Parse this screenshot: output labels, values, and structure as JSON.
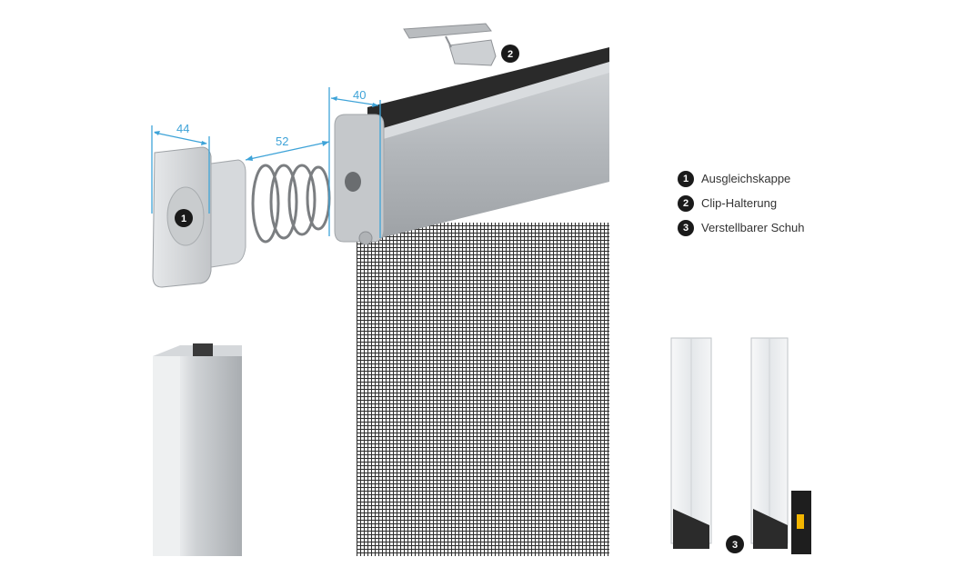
{
  "dimensions": {
    "cap_width": "44",
    "spring_gap": "52",
    "profile_width": "40"
  },
  "markers": {
    "cap": "1",
    "clip": "2",
    "shoe": "3"
  },
  "legend": [
    {
      "number": "1",
      "label": "Ausgleichskappe"
    },
    {
      "number": "2",
      "label": "Clip-Halterung"
    },
    {
      "number": "3",
      "label": "Verstellbarer Schuh"
    }
  ],
  "colors": {
    "dimension": "#3ea3d8",
    "badge": "#1a1a1a",
    "aluminium": "#b8bcc0",
    "mesh": "#3a3a3a"
  }
}
